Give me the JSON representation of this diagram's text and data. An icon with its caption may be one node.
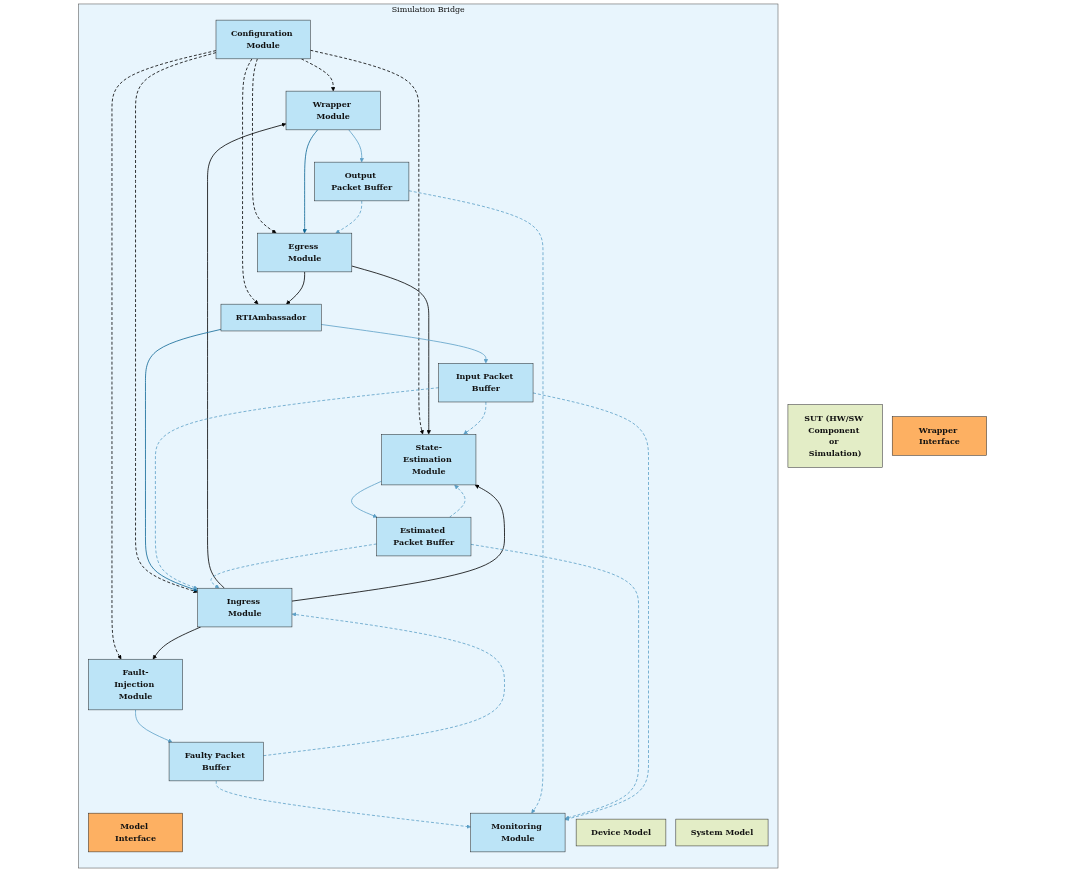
{
  "diagram": {
    "nodes": [
      {
        "text": [
          "SUT (HW/SW Component or Simulation)"
        ]
      },
      {
        "text": [
          "Wrapper Interface"
        ]
      },
      {
        "text": [
          "Simulation Bridge"
        ]
      },
      {
        "text": [
          "Configuration Module"
        ],
        "in": 2
      },
      {
        "text": [
          "Wrapper Module"
        ],
        "in": 2
      },
      {
        "text": [
          "Faulty Packet Buffer"
        ],
        "in": 2
      },
      {
        "text": [
          "Output Packet Buffer"
        ],
        "in": 2
      },
      {
        "text": [
          "Ingress Module"
        ],
        "in": 2
      },
      {
        "text": [
          "Fault-Injection Module"
        ],
        "in": 2
      },
      {
        "text": [
          "Estimated Packet Buffer"
        ],
        "in": 2
      },
      {
        "text": [
          "State-Estimation Module"
        ],
        "in": 2
      },
      {
        "text": [
          "Model Interface"
        ],
        "in": 2
      },
      {
        "text": [
          "Device Model"
        ],
        "in": 2
      },
      {
        "text": [
          "System Model"
        ],
        "in": 2
      },
      {
        "text": [
          "Egress Module"
        ],
        "in": 2
      },
      {
        "text": [
          "Input Packet Buffer"
        ],
        "in": 2
      },
      {
        "text": [
          "RTIAmbassador"
        ],
        "in": 2
      },
      {
        "text": [
          "Monitoring Module"
        ],
        "in": 2
      }
    ],
    "edges": [
      {
        "from": 3,
        "to": 4,
        "arrow": "to",
        "style": "dashed",
        "color": "#000000"
      },
      {
        "from": 3,
        "to": 8,
        "arrow": "to",
        "style": "dashed",
        "color": "#000000"
      },
      {
        "from": 3,
        "to": 7,
        "arrow": "to",
        "style": "dashed",
        "color": "#000000"
      },
      {
        "from": 3,
        "to": 14,
        "arrow": "to",
        "style": "dashed",
        "color": "#000000"
      },
      {
        "from": 3,
        "to": 10,
        "arrow": "to",
        "style": "dashed",
        "color": "#000000"
      },
      {
        "from": 3,
        "to": 16,
        "arrow": "to",
        "style": "dashed",
        "color": "#000000"
      },
      {
        "from": 7,
        "to": 4,
        "arrow": "to",
        "color": "#000000"
      },
      {
        "from": 7,
        "to": 8,
        "arrow": "to",
        "color": "#000000"
      },
      {
        "from": 7,
        "to": 10,
        "arrow": "to",
        "color": "#000000"
      },
      {
        "from": 14,
        "to": 10,
        "arrow": "to",
        "color": "#000000"
      },
      {
        "from": 14,
        "to": 16,
        "arrow": "to",
        "color": "#000000"
      },
      {
        "from": 4,
        "to": 14,
        "arrow": "to",
        "color": "#0b6594"
      },
      {
        "from": 16,
        "to": 7,
        "arrow": "to",
        "color": "#0b6594"
      },
      {
        "from": 4,
        "to": 6,
        "arrow": "to"
      },
      {
        "from": 8,
        "to": 5,
        "arrow": "to"
      },
      {
        "from": 10,
        "to": 9,
        "arrow": "to"
      },
      {
        "from": 16,
        "to": 15,
        "arrow": "to"
      },
      {
        "from": 6,
        "to": 14,
        "arrow": "to",
        "style": "dashed"
      },
      {
        "from": 9,
        "to": 10,
        "arrow": "to",
        "style": "dashed"
      },
      {
        "from": 15,
        "to": 7,
        "arrow": "to",
        "style": "dashed"
      },
      {
        "from": 5,
        "to": 7,
        "arrow": "to",
        "style": "dashed"
      },
      {
        "from": 5,
        "to": 17,
        "arrow": "to",
        "style": "dashed"
      },
      {
        "from": 6,
        "to": 17,
        "arrow": "to",
        "style": "dashed"
      },
      {
        "from": 9,
        "to": 7,
        "arrow": "to",
        "style": "dashed"
      },
      {
        "from": 9,
        "to": 17,
        "arrow": "to",
        "style": "dashed"
      },
      {
        "from": 15,
        "to": 10,
        "arrow": "to",
        "style": "dashed"
      },
      {
        "from": 15,
        "to": 17,
        "arrow": "to",
        "style": "dashed"
      }
    ]
  }
}
